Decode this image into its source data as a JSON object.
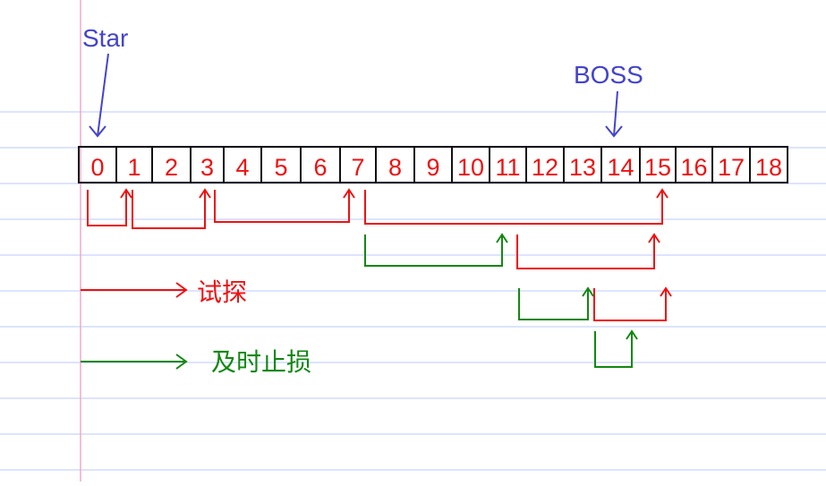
{
  "labels": {
    "start": "Star",
    "boss": "BOSS"
  },
  "cells": [
    "0",
    "1",
    "2",
    "3",
    "4",
    "5",
    "6",
    "7",
    "8",
    "9",
    "10",
    "11",
    "12",
    "13",
    "14",
    "15",
    "16",
    "17",
    "18"
  ],
  "legend": [
    {
      "label": "试探",
      "color": "#ee1111"
    },
    {
      "label": "及时止损",
      "color": "#118811"
    }
  ],
  "colors": {
    "probe": "#ee1111",
    "stop_loss": "#118811",
    "pointer": "#4444cc",
    "ruled_line": "#b8c8ff",
    "margin_line": "#f0a8c8"
  },
  "probes": [
    {
      "from": 0,
      "to": 1
    },
    {
      "from": 1,
      "to": 3
    },
    {
      "from": 3,
      "to": 7
    },
    {
      "from": 7,
      "to": 15
    },
    {
      "from": 11,
      "to": 15
    },
    {
      "from": 13,
      "to": 15
    }
  ],
  "stop_losses": [
    {
      "from": 7,
      "to": 11
    },
    {
      "from": 11,
      "to": 13
    },
    {
      "from": 13,
      "to": 14
    }
  ],
  "markers": {
    "start_cell": 0,
    "boss_cell": 14
  }
}
